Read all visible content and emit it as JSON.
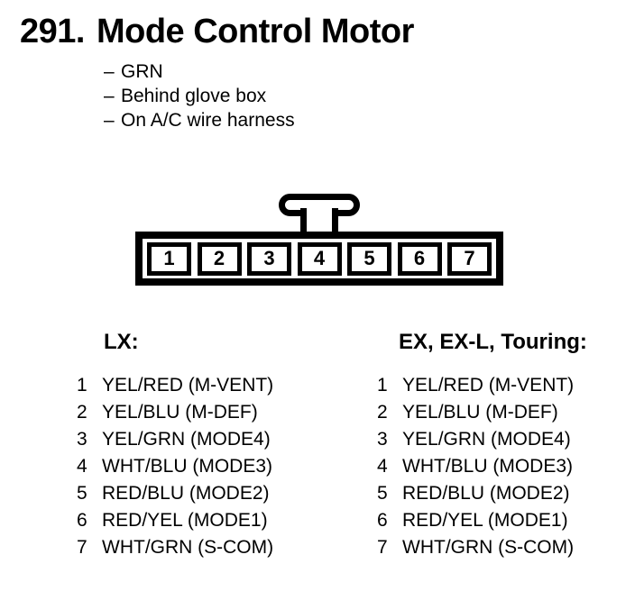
{
  "header": {
    "section_number": "291.",
    "title": "Mode Control Motor",
    "dash": "–",
    "notes": [
      "GRN",
      "Behind glove box",
      "On A/C wire harness"
    ]
  },
  "connector": {
    "pins": [
      "1",
      "2",
      "3",
      "4",
      "5",
      "6",
      "7"
    ]
  },
  "pinouts": [
    {
      "heading": "LX:",
      "rows": [
        {
          "pin": "1",
          "label": "YEL/RED (M-VENT)"
        },
        {
          "pin": "2",
          "label": "YEL/BLU (M-DEF)"
        },
        {
          "pin": "3",
          "label": "YEL/GRN (MODE4)"
        },
        {
          "pin": "4",
          "label": "WHT/BLU (MODE3)"
        },
        {
          "pin": "5",
          "label": "RED/BLU (MODE2)"
        },
        {
          "pin": "6",
          "label": "RED/YEL (MODE1)"
        },
        {
          "pin": "7",
          "label": "WHT/GRN (S-COM)"
        }
      ]
    },
    {
      "heading": "EX, EX-L, Touring:",
      "rows": [
        {
          "pin": "1",
          "label": "YEL/RED (M-VENT)"
        },
        {
          "pin": "2",
          "label": "YEL/BLU (M-DEF)"
        },
        {
          "pin": "3",
          "label": "YEL/GRN (MODE4)"
        },
        {
          "pin": "4",
          "label": "WHT/BLU (MODE3)"
        },
        {
          "pin": "5",
          "label": "RED/BLU (MODE2)"
        },
        {
          "pin": "6",
          "label": "RED/YEL (MODE1)"
        },
        {
          "pin": "7",
          "label": "WHT/GRN (S-COM)"
        }
      ]
    }
  ],
  "colors": {
    "ink": "#000000",
    "paper": "#ffffff"
  }
}
